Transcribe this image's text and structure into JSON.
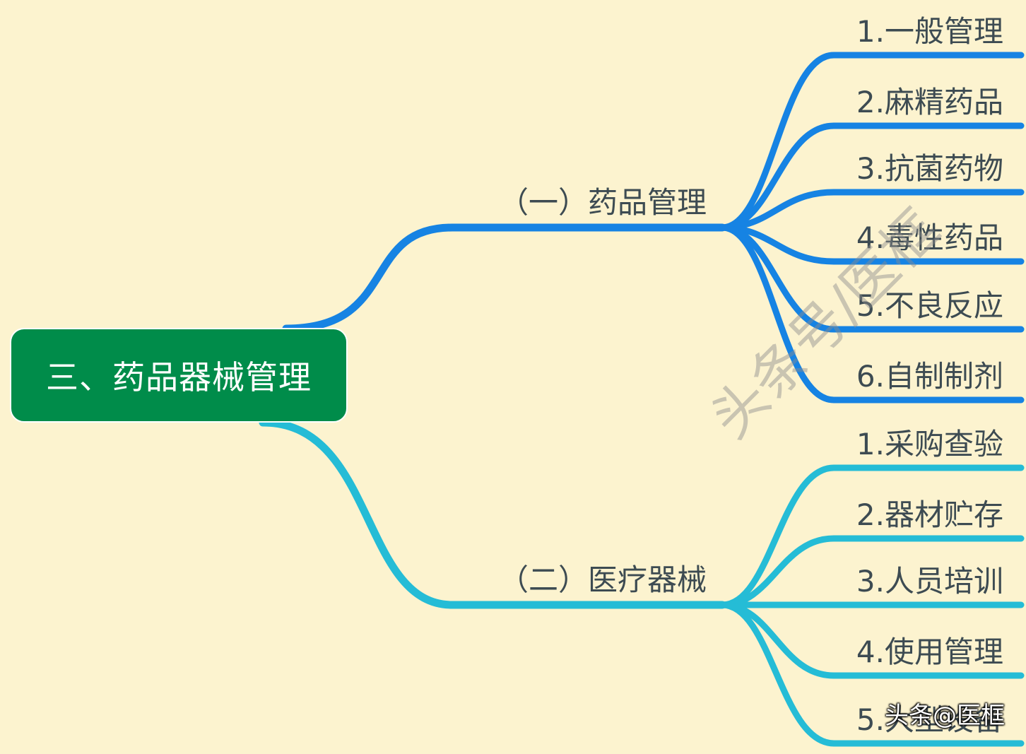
{
  "colors": {
    "background": "#fcf3cf",
    "root_fill": "#008c4a",
    "root_text": "#ffffff",
    "branch1_line": "#1683e3",
    "branch2_line": "#25bcd6",
    "label_text": "#3d4b52"
  },
  "root": {
    "label": "三、药品器械管理"
  },
  "branches": [
    {
      "label": "（一）药品管理",
      "children": [
        "1.一般管理",
        "2.麻精药品",
        "3.抗菌药物",
        "4.毒性药品",
        "5.不良反应",
        "6.自制制剂"
      ]
    },
    {
      "label": "（二）医疗器械",
      "children": [
        "1.采购查验",
        "2.器材贮存",
        "3.人员培训",
        "4.使用管理",
        "5.大型设备"
      ]
    }
  ],
  "watermarks": {
    "diagonal": "头条号/医框",
    "corner": "头条@医框"
  }
}
